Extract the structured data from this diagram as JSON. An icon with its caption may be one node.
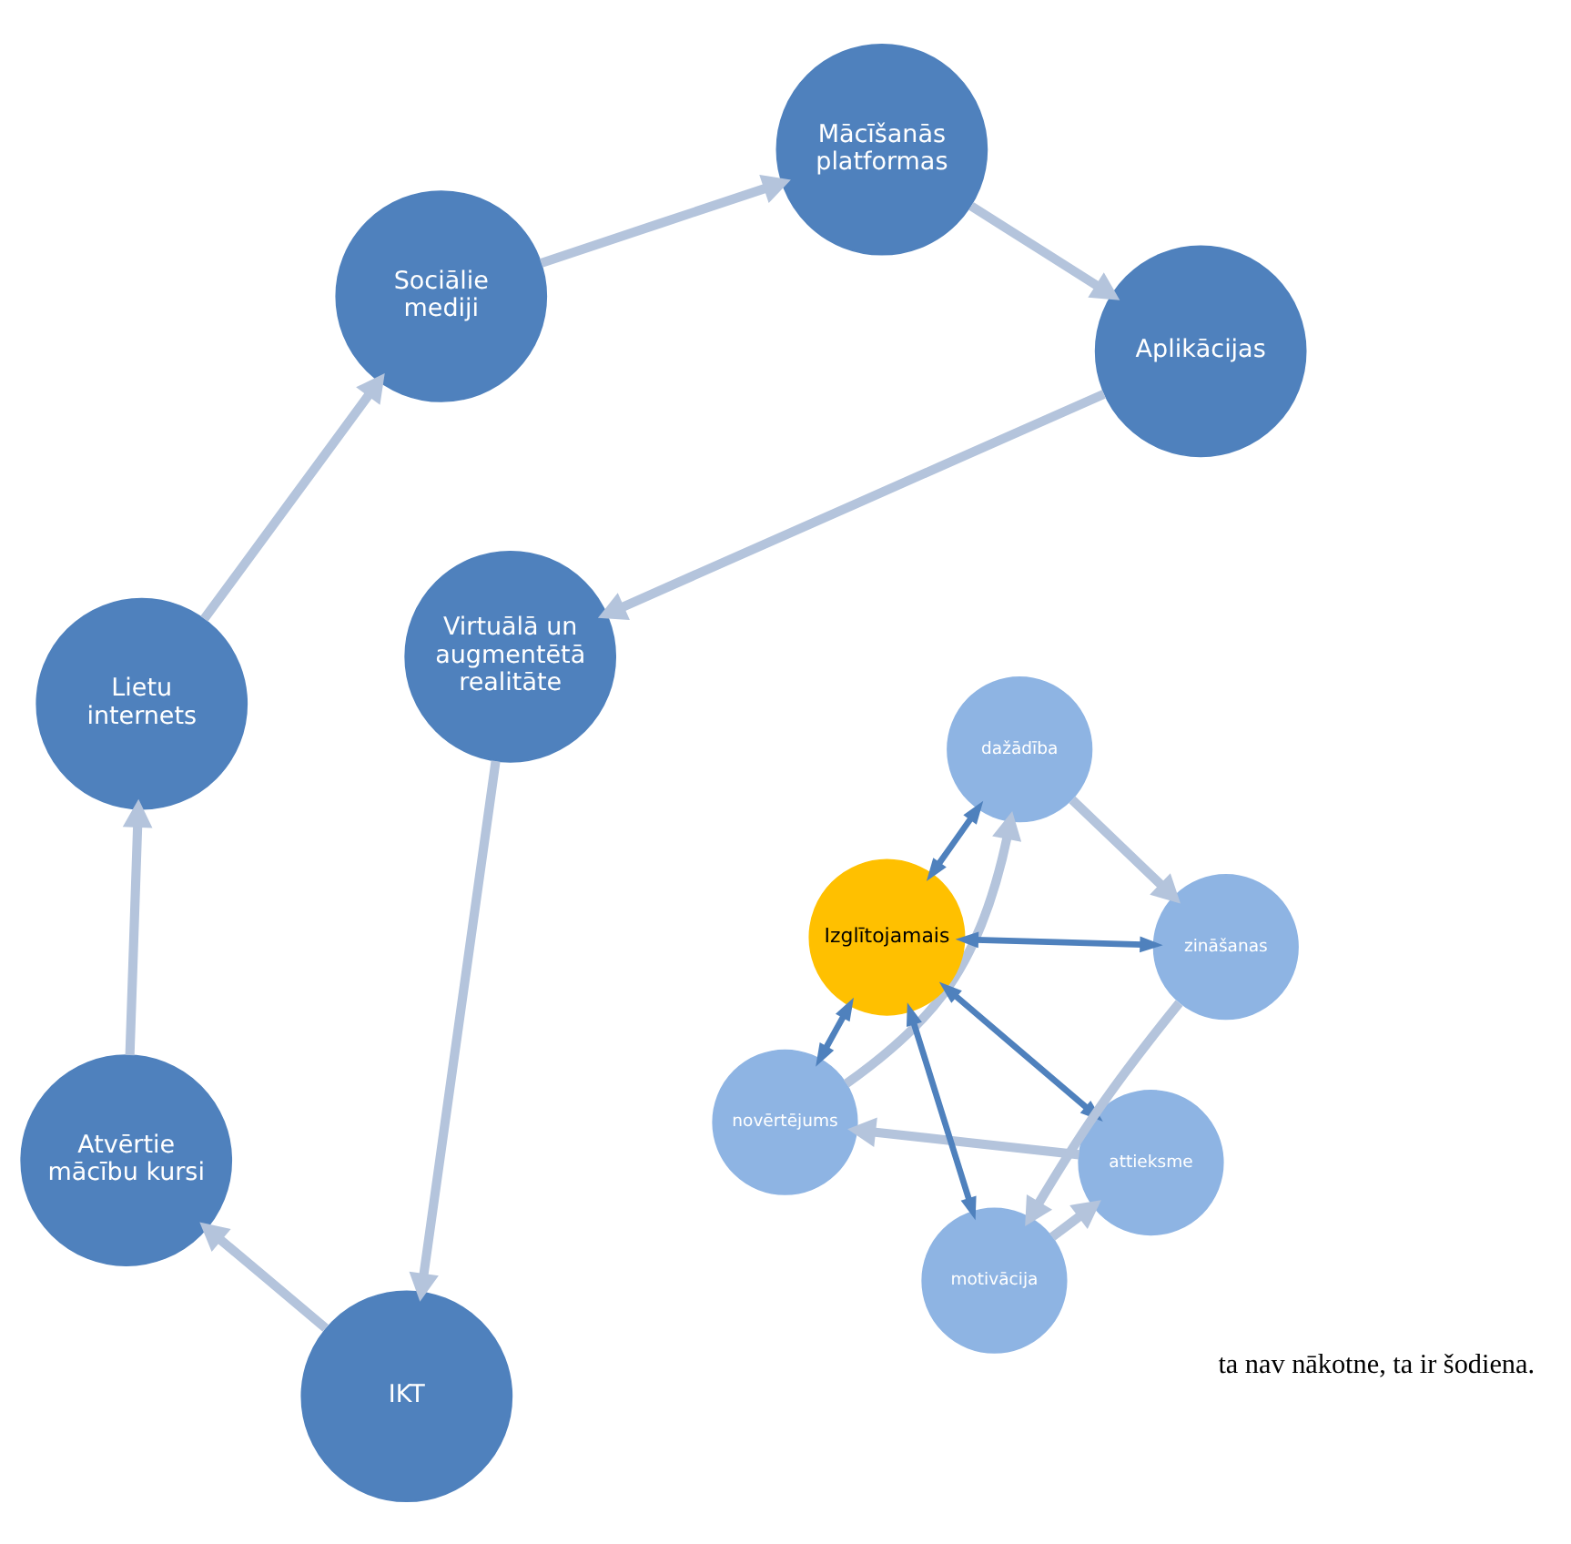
{
  "diagram": {
    "nodes": [
      {
        "text": [
          "Atvērtie mācību kursi"
        ]
      },
      {
        "text": [
          "Lietu internets"
        ]
      },
      {
        "text": [
          "Sociālie mediji"
        ]
      },
      {
        "text": [
          "Mācīšanās platformas"
        ]
      },
      {
        "text": [
          "Aplikācijas"
        ]
      },
      {
        "text": [
          "Virtuālā un augmentētā realitāte"
        ]
      },
      {
        "text": [
          "IKT"
        ]
      },
      {
        "text": [
          "attieksme"
        ]
      },
      {
        "text": [
          "novērtējums"
        ]
      },
      {
        "text": [
          "motivācija"
        ]
      },
      {
        "text": [
          "Izglītojamais"
        ]
      },
      {
        "text": [
          "dažādība"
        ]
      },
      {
        "text": [
          "zināšanas"
        ]
      }
    ],
    "edges": [
      {
        "from": 6,
        "to": 0,
        "arrow": "to"
      },
      {
        "from": 0,
        "to": 1,
        "arrow": "to"
      },
      {
        "from": 1,
        "to": 2,
        "arrow": "to"
      },
      {
        "from": 2,
        "to": 3,
        "arrow": "to"
      },
      {
        "from": 3,
        "to": 4,
        "arrow": "to"
      },
      {
        "from": 4,
        "to": 5,
        "arrow": "to"
      },
      {
        "from": 5,
        "to": 6,
        "arrow": "to"
      },
      {
        "from": 7,
        "to": 8,
        "arrow": "to"
      },
      {
        "from": 8,
        "to": 11,
        "arrow": "to"
      },
      {
        "from": 11,
        "to": 12,
        "arrow": "to"
      },
      {
        "from": 12,
        "to": 9,
        "arrow": "to"
      },
      {
        "from": 9,
        "to": 7,
        "arrow": "to"
      },
      {
        "from": 10,
        "to": 7,
        "arrow": "both",
        "color": "#4f81bd"
      },
      {
        "from": 10,
        "to": 8,
        "arrow": "both",
        "color": "#4f81bd"
      },
      {
        "from": 10,
        "to": 9,
        "arrow": "both",
        "color": "#4f81bd"
      },
      {
        "from": 10,
        "to": 11,
        "arrow": "both",
        "color": "#4f81bd"
      },
      {
        "from": 10,
        "to": 12,
        "arrow": "both",
        "color": "#4f81bd"
      }
    ],
    "labels": [
      "ta nav nākotne, ta ir šodiena."
    ]
  }
}
